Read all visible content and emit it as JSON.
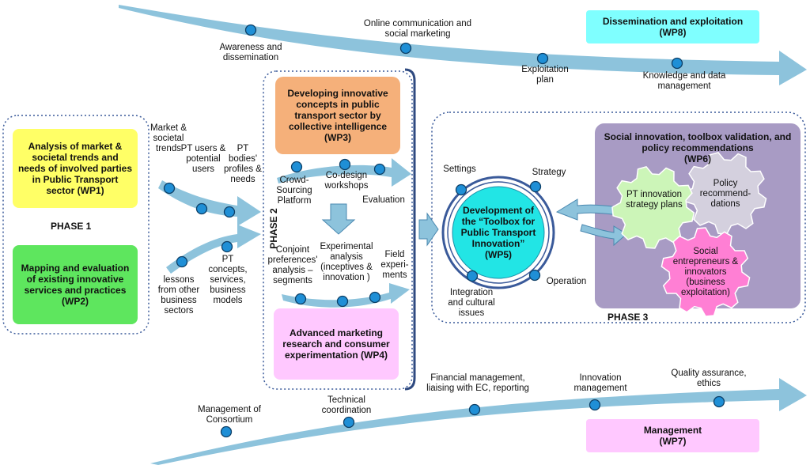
{
  "dissemination": {
    "labels": {
      "awareness": "Awareness and dissemination",
      "online": "Online communication and social marketing",
      "exploitation": "Exploitation plan",
      "knowledge": "Knowledge and data management"
    },
    "box_title": "Dissemination and exploitation",
    "box_wp": "(WP8)"
  },
  "phase1": {
    "label": "PHASE 1",
    "wp1": "Analysis of market & societal trends and needs of involved parties in Public Transport sector (WP1)",
    "wp2": "Mapping and evaluation of existing innovative services and practices (WP2)"
  },
  "inputs": {
    "market": "Market & societal trends",
    "pt_users": "PT users & potential users",
    "pt_bodies": "PT bodies' profiles & needs",
    "lessons": "lessons from other business sectors",
    "pt_concepts": "PT concepts, services, business models"
  },
  "phase2": {
    "label": "PHASE 2",
    "wp3": "Developing innovative concepts in public transport sector by collective intelligence (WP3)",
    "crowd": "Crowd-Sourcing Platform",
    "codesign": "Co-design workshops",
    "evaluation": "Evaluation",
    "conjoint": "Conjoint preferences' analysis – segments",
    "experimental": "Experimental analysis (inceptives & innovation )",
    "field": "Field experi-ments",
    "wp4": "Advanced marketing research and consumer experimentation (WP4)"
  },
  "phase3": {
    "label": "PHASE 3",
    "settings": "Settings",
    "strategy": "Strategy",
    "integration": "Integration and cultural issues",
    "operation": "Operation",
    "wp5": "Development of the “Toolbox for Public Transport Innovation” (WP5)",
    "wp6_title": "Social innovation, toolbox validation, and policy recommendations",
    "wp6_wp": "(WP6)",
    "gear_pt": "PT innovation strategy plans",
    "gear_policy": "Policy recommend-dations",
    "gear_social": "Social entrepreneurs & innovators (business exploitation)"
  },
  "management": {
    "labels": {
      "consortium": "Management of Consortium",
      "technical": "Technical coordination",
      "financial": "Financial management, liaising with EC, reporting",
      "innovation": "Innovation management",
      "quality": "Quality assurance, ethics"
    },
    "box_title": "Management",
    "box_wp": "(WP7)"
  },
  "colors": {
    "arrow": "#8dc3dc",
    "dot": "#1f8fd6",
    "cyan_box": "#7fffff",
    "yellow": "#ffff66",
    "green": "#5ee65e",
    "orange": "#f5b07a",
    "pink": "#ffc8ff",
    "purple": "#a89bc4",
    "toolbox": "#22e5e5",
    "gear_green": "#ccf5b8",
    "gear_grey": "#d4d0de",
    "gear_pink": "#ff7fd4"
  }
}
